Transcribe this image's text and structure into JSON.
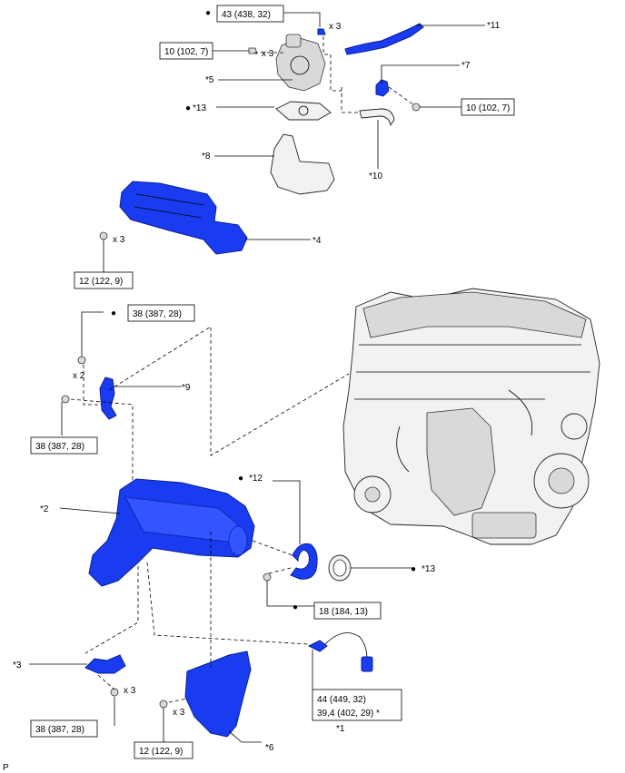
{
  "torques": {
    "t43": "43 (438, 32)",
    "t10a": "10 (102, 7)",
    "t10b": "10 (102, 7)",
    "t12a": "12 (122, 9)",
    "t38a": "38 (387, 28)",
    "t38b": "38 (387, 28)",
    "t18": "18 (184, 13)",
    "t38c": "38 (387, 28)",
    "t44": "44 (449, 32)",
    "t39": "39,4 (402, 29) *",
    "t12b": "12 (122, 9)"
  },
  "callouts": {
    "c11": "*11",
    "c7": "*7",
    "c5": "*5",
    "c13a": "*13",
    "c8": "*8",
    "c10": "*10",
    "c4": "*4",
    "c9": "*9",
    "c12": "*12",
    "c2": "*2",
    "c13b": "*13",
    "c3": "*3",
    "c1": "*1",
    "c6": "*6"
  },
  "quantities": {
    "q1": "x 3",
    "q2": "x 3",
    "q3": "x 3",
    "q4": "x 2",
    "q5": "x 3",
    "q6": "x 3"
  },
  "bullet": "●",
  "footer_code": "P",
  "colors": {
    "part_highlight": "#1a3cf0",
    "line": "#000000"
  }
}
